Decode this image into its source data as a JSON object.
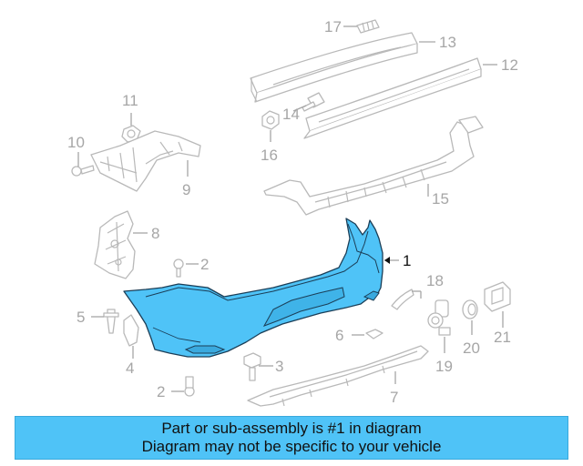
{
  "callouts": {
    "c1": "1",
    "c2a": "2",
    "c2b": "2",
    "c3": "3",
    "c4": "4",
    "c5": "5",
    "c6": "6",
    "c7": "7",
    "c8": "8",
    "c9": "9",
    "c10": "10",
    "c11": "11",
    "c12": "12",
    "c13": "13",
    "c14": "14",
    "c15": "15",
    "c16": "16",
    "c17": "17",
    "c18": "18",
    "c19": "19",
    "c20": "20",
    "c21": "21"
  },
  "banner": {
    "line1": "Part or sub-assembly is #1 in diagram",
    "line2": "Diagram may not be specific to your vehicle"
  },
  "colors": {
    "highlight_part": "#4fc3f7",
    "banner_background": "#4fc3f7",
    "line_art": "#b9b9b9",
    "callout_text": "#a6a6a6"
  }
}
